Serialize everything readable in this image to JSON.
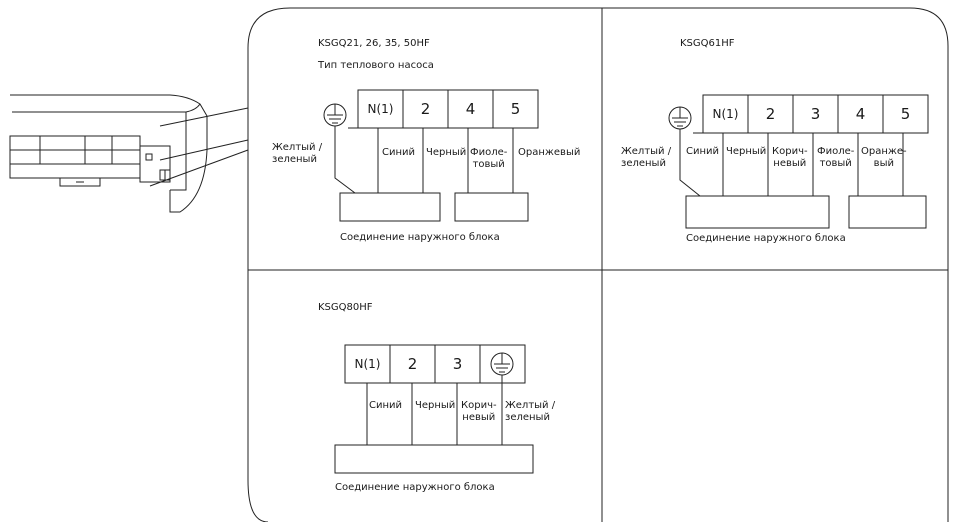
{
  "panel_a": {
    "model": "KSGQ21, 26, 35, 50HF",
    "subtitle": "Тип теплового насоса",
    "terminals": [
      "N(1)",
      "2",
      "4",
      "5"
    ],
    "wires": {
      "ground": "Желтый / зеленый",
      "blue": "Синий",
      "black": "Черный",
      "violet": "Фиоле-\nтовый",
      "orange": "Оранжевый"
    },
    "caption": "Соединение наружного блока"
  },
  "panel_b": {
    "model": "KSGQ61HF",
    "terminals": [
      "N(1)",
      "2",
      "3",
      "4",
      "5"
    ],
    "wires": {
      "ground": "Желтый /\nзеленый",
      "blue": "Синий",
      "black": "Черный",
      "brown": "Корич-\nневый",
      "violet": "Фиоле-\nтовый",
      "orange": "Оранже-\nвый"
    },
    "caption": "Соединение наружного блока"
  },
  "panel_c": {
    "model": "KSGQ80HF",
    "terminals": [
      "N(1)",
      "2",
      "3"
    ],
    "wires": {
      "blue": "Синий",
      "black": "Черный",
      "brown": "Корич-\nневый",
      "ground": "Желтый /\nзеленый"
    },
    "caption": "Соединение наружного блока"
  },
  "icons": {
    "ground": "ground-symbol-icon",
    "unit": "indoor-unit-illustration"
  }
}
